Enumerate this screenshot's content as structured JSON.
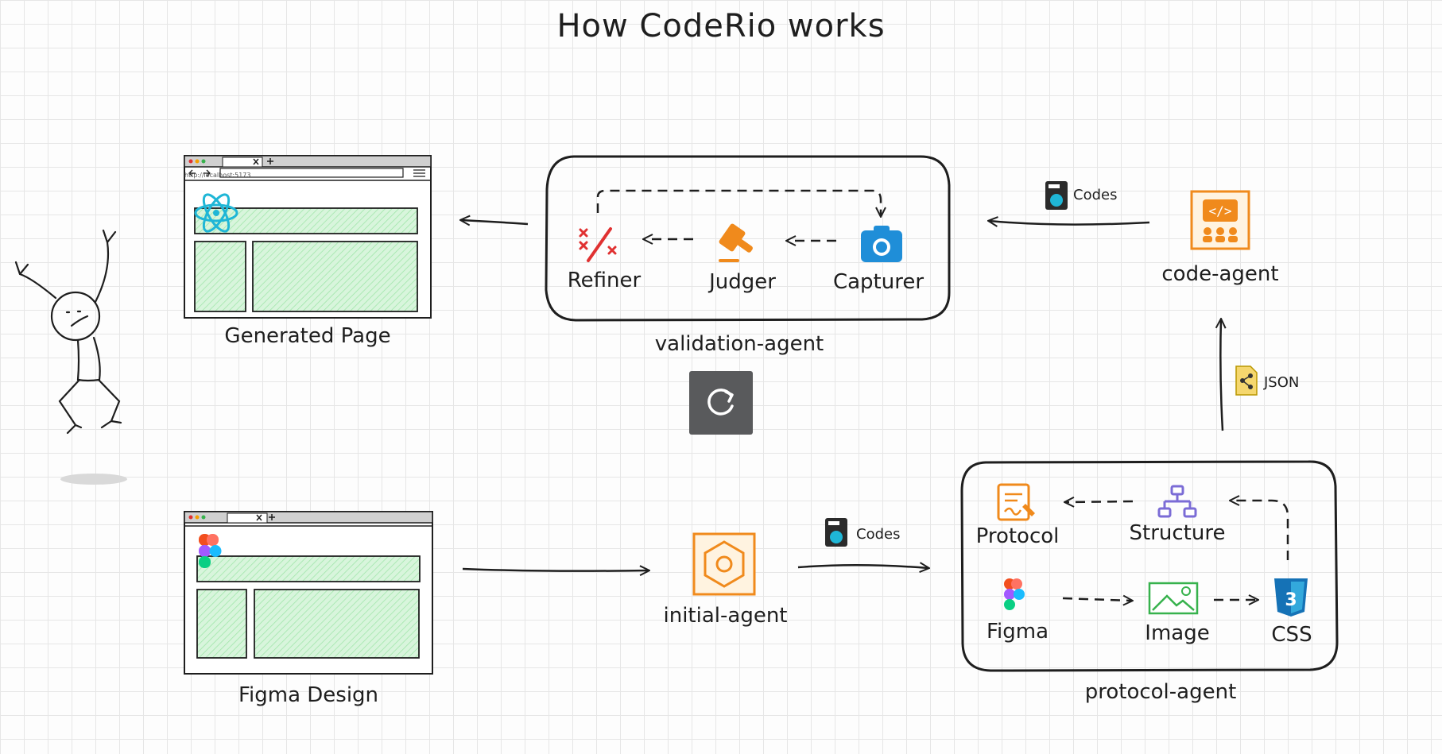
{
  "title": "How CodeRio works",
  "nodes": {
    "generated_page": {
      "label": "Generated Page",
      "url": "http://localhost:5173"
    },
    "figma_design": {
      "label": "Figma Design"
    },
    "validation_agent": {
      "label": "validation-agent",
      "steps": [
        "Refiner",
        "Judger",
        "Capturer"
      ]
    },
    "code_agent": {
      "label": "code-agent"
    },
    "initial_agent": {
      "label": "initial-agent"
    },
    "protocol_agent": {
      "label": "protocol-agent",
      "items": [
        "Protocol",
        "Structure",
        "Figma",
        "Image",
        "CSS"
      ]
    }
  },
  "edges": {
    "codes_top": "Codes",
    "codes_bottom": "Codes",
    "json": "JSON"
  },
  "colors": {
    "green_fill": "#b2f2bb",
    "react_blue": "#1fb6d6",
    "orange": "#f08a1c",
    "purple": "#7b6cd6",
    "red": "#e03131",
    "css_blue": "#1572b6"
  },
  "icons": {
    "replay": "replay-icon",
    "refiner": "magic-wand-icon",
    "judger": "gavel-icon",
    "capturer": "camera-icon"
  }
}
